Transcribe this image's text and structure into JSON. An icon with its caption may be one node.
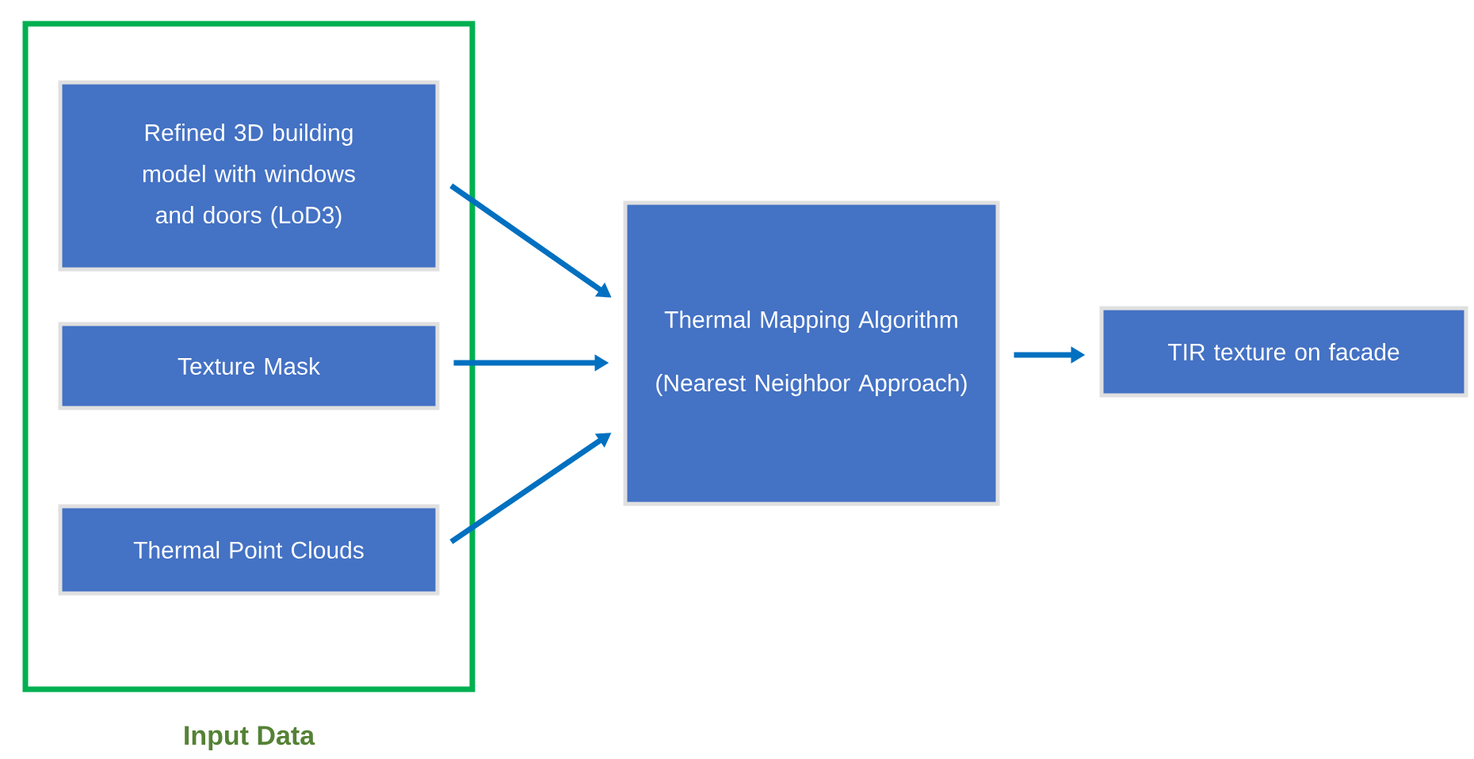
{
  "diagram": {
    "nodes": [
      {
        "text": [
          "Input Data"
        ]
      },
      {
        "text": [
          "Refined 3D building model with windows and doors (LoD3)"
        ],
        "in": 0
      },
      {
        "text": [
          "Texture Mask"
        ],
        "in": 0
      },
      {
        "text": [
          "Thermal Point Clouds"
        ],
        "in": 0
      },
      {
        "text": [
          "Thermal Mapping Algorithm",
          "(Nearest Neighbor Approach)"
        ]
      },
      {
        "text": [
          "TIR texture on facade"
        ]
      }
    ],
    "edges": [
      {
        "from": 1,
        "to": 4,
        "arrow": "to"
      },
      {
        "from": 2,
        "to": 4,
        "arrow": "to"
      },
      {
        "from": 3,
        "to": 4,
        "arrow": "to"
      },
      {
        "from": 4,
        "to": 5,
        "arrow": "to"
      }
    ]
  }
}
